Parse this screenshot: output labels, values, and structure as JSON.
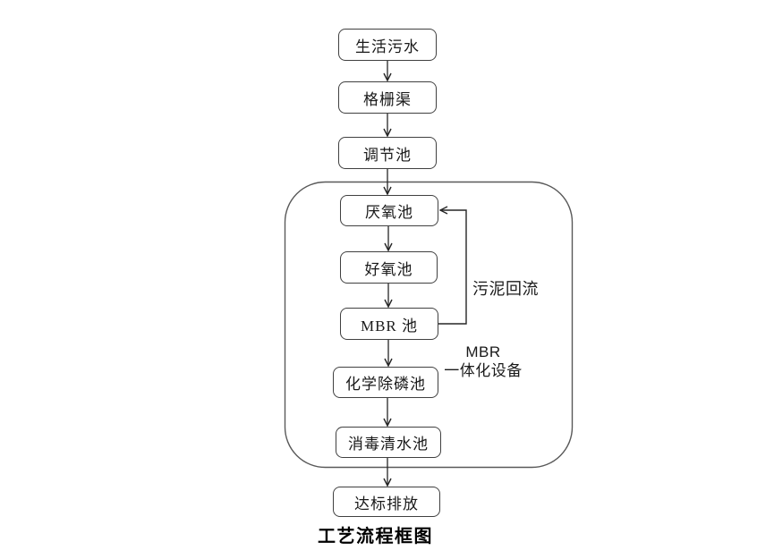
{
  "diagram": {
    "caption": "工艺流程框图",
    "nodes": [
      {
        "id": "domestic-sewage",
        "label": "生活污水"
      },
      {
        "id": "bar-screen-channel",
        "label": "格栅渠"
      },
      {
        "id": "equalization-tank",
        "label": "调节池"
      },
      {
        "id": "anaerobic-tank",
        "label": "厌氧池"
      },
      {
        "id": "aerobic-tank",
        "label": "好氧池"
      },
      {
        "id": "mbr-tank",
        "label": "MBR 池"
      },
      {
        "id": "chemical-phosphorus-removal-tank",
        "label": "化学除磷池"
      },
      {
        "id": "disinfection-clean-water-tank",
        "label": "消毒清水池"
      },
      {
        "id": "compliant-discharge",
        "label": "达标排放"
      }
    ],
    "annotations": {
      "sludge_return": "污泥回流",
      "mbr_unit_line1": "MBR",
      "mbr_unit_line2": "一体化设备"
    },
    "colors": {
      "node_border": "#404040",
      "group_border": "#595959",
      "arrow": "#262626",
      "text": "#1a1a1a",
      "background": "#ffffff"
    }
  }
}
